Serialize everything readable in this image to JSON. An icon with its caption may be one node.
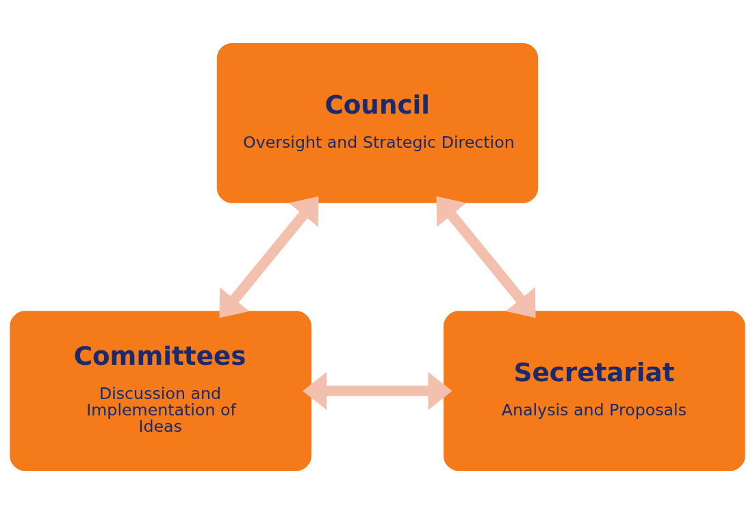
{
  "diagram": {
    "nodes": [
      {
        "text": [
          "Council",
          "Oversight and Strategic Direction"
        ]
      },
      {
        "text": [
          "Committees",
          "Discussion and Implementation of Ideas"
        ]
      },
      {
        "text": [
          "Secretariat",
          "Analysis and Proposals"
        ]
      }
    ],
    "edges": [
      {
        "from": 0,
        "to": 1,
        "arrow": "both"
      },
      {
        "from": 0,
        "to": 2,
        "arrow": "both"
      },
      {
        "from": 1,
        "to": 2,
        "arrow": "both"
      }
    ]
  }
}
